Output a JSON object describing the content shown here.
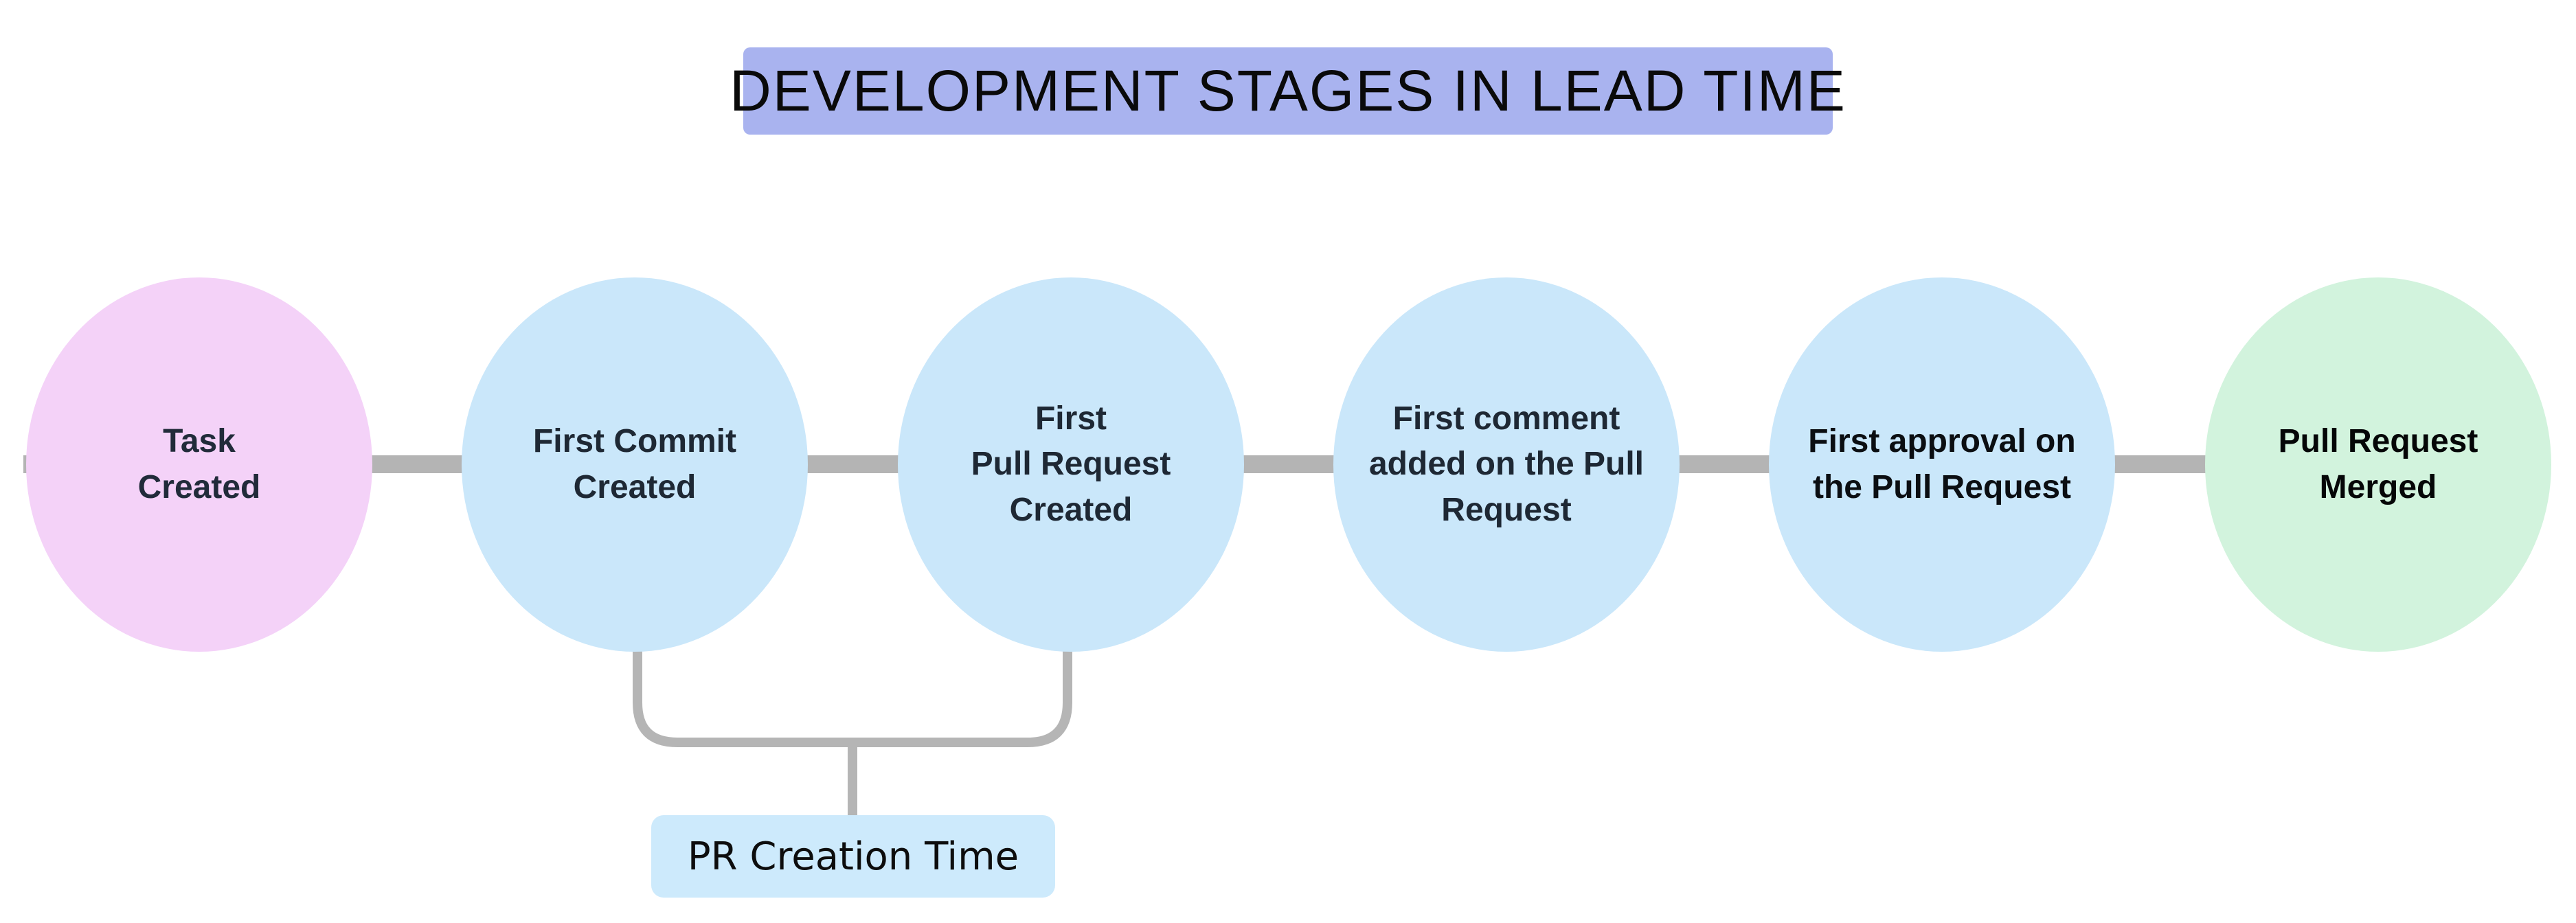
{
  "title": {
    "text": "DEVELOPMENT STAGES IN LEAD TIME",
    "bg_color": "#a9b3ef",
    "text_color": "#0a0a0a"
  },
  "nodes": [
    {
      "id": "task-created",
      "label": "Task\nCreated",
      "fill": "#f4d2f8",
      "text_color": "#212b3a"
    },
    {
      "id": "first-commit-created",
      "label": "First Commit\nCreated",
      "fill": "#cae7fa",
      "text_color": "#1e2834"
    },
    {
      "id": "first-pull-request-created",
      "label": "First\nPull Request\nCreated",
      "fill": "#cae7fa",
      "text_color": "#1e2834"
    },
    {
      "id": "first-comment-added",
      "label": "First comment\nadded on the Pull\nRequest",
      "fill": "#cae7fa",
      "text_color": "#1e2834"
    },
    {
      "id": "first-approval",
      "label": "First approval on\nthe Pull Request",
      "fill": "#cae7fa",
      "text_color": "#0b0e12"
    },
    {
      "id": "pull-request-merged",
      "label": "Pull Request\nMerged",
      "fill": "#d2f3dd",
      "text_color": "#050607"
    }
  ],
  "connector": {
    "color": "#b4b4b4"
  },
  "bracket": {
    "color": "#b5b5b5",
    "label": "PR Creation Time",
    "label_bg": "#cdeafc",
    "label_text_color": "#0d0d0d"
  }
}
